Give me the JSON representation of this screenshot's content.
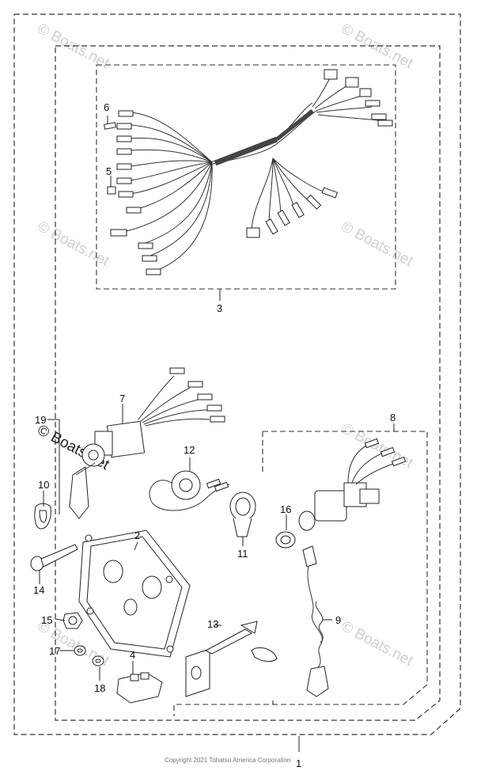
{
  "diagram": {
    "callouts": [
      "1",
      "2",
      "3",
      "4",
      "5",
      "6",
      "7",
      "8",
      "9",
      "10",
      "11",
      "12",
      "13",
      "14",
      "15",
      "16",
      "17",
      "18",
      "19"
    ],
    "watermark": "© Boats.net",
    "copyright": "Copyright 2021 Tohatsu America Corporation"
  }
}
